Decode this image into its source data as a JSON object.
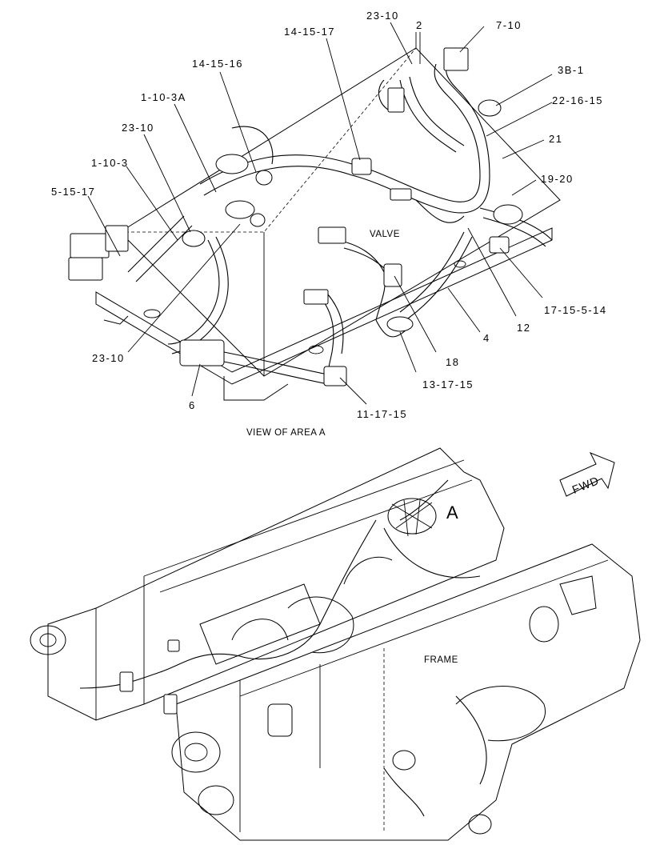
{
  "callouts": [
    {
      "id": "c1",
      "text": "23-10"
    },
    {
      "id": "c2",
      "text": "2"
    },
    {
      "id": "c3",
      "text": "7-10"
    },
    {
      "id": "c4",
      "text": "14-15-17"
    },
    {
      "id": "c5",
      "text": "3B-1"
    },
    {
      "id": "c6",
      "text": "14-15-16"
    },
    {
      "id": "c7",
      "text": "22-16-15"
    },
    {
      "id": "c8",
      "text": "1-10-3A"
    },
    {
      "id": "c9",
      "text": "21"
    },
    {
      "id": "c10",
      "text": "23-10"
    },
    {
      "id": "c11",
      "text": "19-20"
    },
    {
      "id": "c12",
      "text": "1-10-3"
    },
    {
      "id": "c13",
      "text": "5-15-17"
    },
    {
      "id": "c14",
      "text": "17-15-5-14"
    },
    {
      "id": "c15",
      "text": "12"
    },
    {
      "id": "c16",
      "text": "4"
    },
    {
      "id": "c17",
      "text": "18"
    },
    {
      "id": "c18",
      "text": "23-10"
    },
    {
      "id": "c19",
      "text": "13-17-15"
    },
    {
      "id": "c20",
      "text": "6"
    },
    {
      "id": "c21",
      "text": "11-17-15"
    }
  ],
  "labels": {
    "valve": "VALVE",
    "view_caption": "VIEW OF AREA  A",
    "area_marker": "A",
    "frame": "FRAME",
    "fwd": "FWD"
  }
}
